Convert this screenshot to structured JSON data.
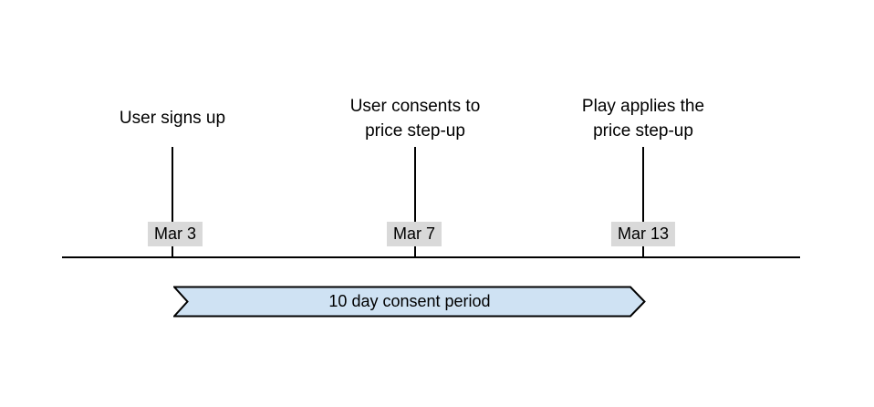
{
  "diagram": {
    "type": "timeline",
    "events": [
      {
        "label_lines": [
          "User signs up"
        ],
        "date": "Mar 3"
      },
      {
        "label_lines": [
          "User consents to",
          "price step-up"
        ],
        "date": "Mar 7"
      },
      {
        "label_lines": [
          "Play applies the",
          "price step-up"
        ],
        "date": "Mar 13"
      }
    ],
    "period_banner": {
      "label": "10 day consent period",
      "from_date": "Mar 3",
      "to_date": "Mar 13"
    },
    "colors": {
      "background": "#ffffff",
      "line": "#000000",
      "date_badge_bg": "#d9d9d9",
      "banner_fill": "#cfe2f3",
      "banner_border": "#000000"
    }
  }
}
